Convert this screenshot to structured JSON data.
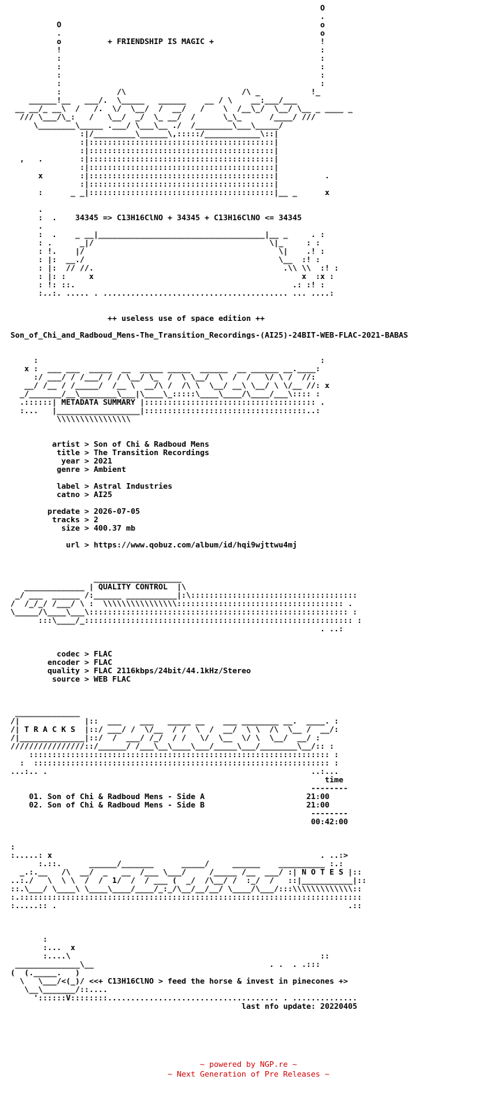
{
  "nfo": {
    "top_art": "                                                                   O\n                                                                   .\n          O                                                        o\n          .                                                        o\n          o          + FRIENDSHIP IS MAGIC +                       !\n          !                                                        :\n          :                                                        :\n          :                                                        :\n          :                                                        :\n          :                                                        :\n          :            /\\                         /\\ _           !_ \n    ______!__   ___/.  \\_____   ______    __ / \\    __:___/___  \n __ __/_ __\\  /   /.  \\/  \\__/  /  __/   /    \\  /__\\_/  \\__/ \\__ _ ____ _\n  /// \\___/\\_:   /   \\__/  _/  \\_ __/  /      \\_\\_      /____/ ///\n     \\________\\_____ .___/ \\___\\__ ./  /________\\___\\_____/\n               :|/_________\\______\\,:::::/____________\\::|\n               :|::::::::::::::::::::::::::::::::::::::::|\n               :|::::::::::::::::::::::::::::::::::::::::|\n  ,   .        :|::::::::::::::::::::::::::::::::::::::::|\n               :|::::::::::::::::::::::::::::::::::::::::|\n      x        :|::::::::::::::::::::::::::::::::::::::::|          .\n               :|::::::::::::::::::::::::::::::::::::::::|\n      :      _ _|::::::::::::::::::::::::::::::::::::::::|__ _      x\n\n      .\n      :  .    34345 => C13H16ClNO + 34345 + C13H16ClNO <= 34345\n      .\n      :  .    _ __|____________________________________|__ _     . :\n      : .      _|/                                      \\|_     : :\n      : !.    |/                                          \\|    .! :\n      : |:  __./                                          \\__  :! :\n      : |:  // //.                                         .\\\\ \\\\  :! :\n      : |: :     x                                             x  :x :\n      : !: ::.                                               .: :! :\n      :..:. ..... . ........................................ ... ....:",
    "edition": "                     ++ useless use of space edition ++",
    "release": "Son_of_Chi_and_Radboud_Mens-The_Transition_Recordings-(AI25)-24BIT-WEB-FLAC-2021-BABAS",
    "metadata_art": "     :                                                             :\n   x :  ___ ___  _____  __  _____ _____  ______  __ ______ __.____:\n     :/ ___/ / /___/ / / \\__/ \\_  /  \\ \\__/  \\  /  /   \\/ \\ /  //:\n   __/ /__ / /_____/  /__ \\  __/\\ /  /\\ \\  \\__/ __\\ \\__/ \\ \\/__ //: x\n  _/_______/__\\________\\___|\\____\\_:::::\\____\\____/\\____/___\\:::: :\n  .::::::| METADATA SUMMARY |::::::::::::::::::::::::::::::::::::: .\n  :...   |__________________|:::::::::::::::::::::::::::::::::::..:\n          \\\\\\\\\\\\\\\\\\\\\\\\\\\\\\\\",
    "metadata": {
      "artist_label": "artist",
      "artist": "Son of Chi & Radboud Mens",
      "title_label": "title",
      "title": "The Transition Recordings",
      "year_label": "year",
      "year": "2021",
      "genre_label": "genre",
      "genre": "Ambient",
      "label_label": "label",
      "label": "Astral Industries",
      "catno_label": "catno",
      "catno": "AI25",
      "predate_label": "predate",
      "predate": "2026-07-05",
      "tracks_label": "tracks",
      "tracks": "2",
      "size_label": "size",
      "size": "400.37 mb",
      "url_label": "url",
      "url": "https://www.qobuz.com/album/id/hqi9wjttwu4mj"
    },
    "quality_art": "                  ___________________\n   _____________ | QUALITY CONTROL  |\\\n _/ ___  ______ /:______ ___________|:\\::::::::::::::::::::::::::::::::::::\n/  /_/_/ /___/ \\ :  \\\\\\\\\\\\\\\\\\\\\\\\\\\\\\\\:::::::::::::::::::::::::::::::::::: .\n\\_____/\\____\\___\\:::::::::::::::::::::::::::::::::::::::::::::::::::::::: :\n      :::\\____/_:::::::::::::::::::::::::::::::::::::::::::::::::::::::::: :\n                                                                   . ..:",
    "quality": {
      "codec_label": "codec",
      "codec": "FLAC",
      "encoder_label": "encoder",
      "encoder": "FLAC",
      "quality_label": "quality",
      "quality": "FLAC 2116kbps/24bit/44.1kHz/Stereo",
      "source_label": "source",
      "source": "WEB FLAC"
    },
    "tracks_art": " ______________\n/|              |::  ___    ___   _____ __    ___ ________ __.  ____. :\n/| T R A C K S  |::/ ___/ /  \\/__  / /  \\  /  __/  \\ \\  /\\  \\__ /  __/:\n/|______________|::/  /  ___/ /_/  / /   \\/  \\__  \\/ \\  \\__/  __/ :\n////////////////::/______/ /___\\__\\____\\___/_____\\___/________\\__/:: :\n    ::::::::::::::::::::::::::::::::::::::::::::::::::::::::::::::::: :\n  :  :::::::::::::::::::::::::::::::::::::::::::::::::::::::::::::::: :\n...:.. .                                                         ..:...",
    "tracks_header": {
      "time_label": "time",
      "rule": "--------"
    },
    "tracks_list": [
      {
        "num": "01.",
        "title": "Son of Chi & Radboud Mens - Side A",
        "time": "21:00"
      },
      {
        "num": "02.",
        "title": "Son of Chi & Radboud Mens - Side B",
        "time": "21:00"
      }
    ],
    "tracks_total": "00:42:00",
    "notes_art": ":\n:.....: x                                                          . ..:>\n      :.::.      ______/_______      _____/     ______    __________ :.:\n  _.:.__   /\\  __/  _   __  /___ \\___/     /_____ /__  ___/ :| N O T E S |::\n..:./   \\  \\ \\  /  /  1/  /  / ___ (  _/  /\\__/ /  :_/  /   ::|___________|::\n::.\\___/ \\____\\ \\____\\____/____/_:_/\\__/__/__/ \\____/\\___/:::\\\\\\\\\\\\\\\\\\\\\\\\\\::\n:.::::::::::::::::::::::::::::::::::::::::::::::::::::::::::::::::::::::::::\n:.....:: .                                                               .::",
    "bottom_art": "\n\n\n       :\n       :...  x\n       :....\\                                                      ::\n ______________\\__                                      . .  . .:::\n(  (._____.   )                                                  \n  \\   \\___/<(_)/ <<+ C13H16ClNO > feed the horse & invest in pinecones +>\n   \\__\\_______/::....\n     '::::::V::::::::..................................... . ..............",
    "last_update": "last nfo update: 20220405"
  },
  "footer": {
    "line1_prefix": "~ powered by ",
    "line1_link": "NGP.re",
    "line1_suffix": " ~",
    "line2": "~ Next Generation of Pre Releases ~"
  }
}
